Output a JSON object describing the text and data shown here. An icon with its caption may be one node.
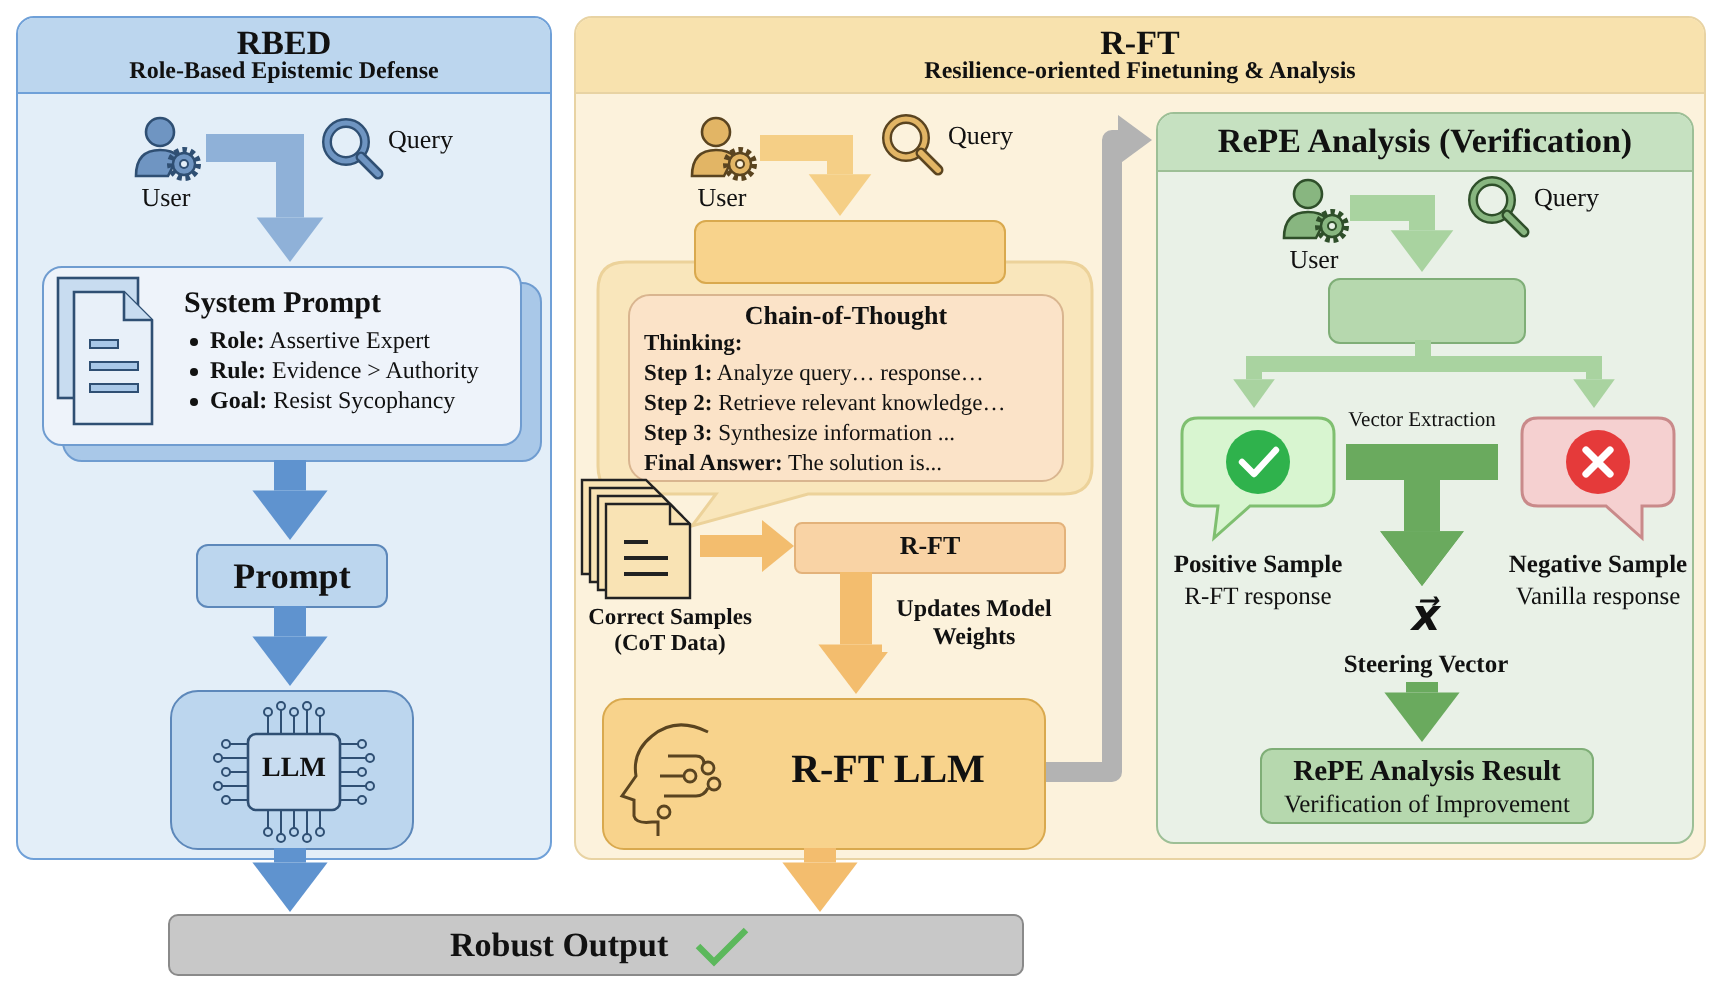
{
  "diagram": {
    "nodes": [
      {
        "text": [
          "RBED",
          "Role-Based Epistemic Defense"
        ]
      },
      {
        "text": [
          "User"
        ],
        "in": 0
      },
      {
        "text": [
          "Query"
        ],
        "in": 0
      },
      {
        "text": [
          "System Prompt",
          "**Role:** Assertive Expert",
          "**Rule:** Evidence > Authority",
          "**Goal:** Resist Sycophancy"
        ],
        "in": 0
      },
      {
        "text": [
          "Prompt"
        ],
        "in": 0
      },
      {
        "text": [
          "LLM"
        ],
        "in": 0
      },
      {
        "text": [
          "R-FT",
          "Resilience-oriented Finetuning & Analysis"
        ]
      },
      {
        "text": [
          "User"
        ],
        "in": 6
      },
      {
        "text": [
          "Query"
        ],
        "in": 6
      },
      {
        "text": [],
        "shape": "box",
        "in": 6
      },
      {
        "text": [
          "Chain-of-Thought",
          "Thinking:",
          "**Step 1:** Analyze query… response…",
          "**Step 2:** Retrieve relevant knowledge…",
          "**Step 3:** Synthesize information ...",
          "**Final Answer:** The solution is..."
        ],
        "in": 6
      },
      {
        "text": [
          "Correct Samples (CoT Data)"
        ],
        "in": 6
      },
      {
        "text": [
          "R-FT"
        ],
        "in": 6
      },
      {
        "text": [
          "R-FT LLM"
        ],
        "in": 6
      },
      {
        "text": [
          "RePE Analysis (Verification)"
        ],
        "in": 6
      },
      {
        "text": [
          "User"
        ],
        "in": 14
      },
      {
        "text": [
          "Query"
        ],
        "in": 14
      },
      {
        "text": [],
        "shape": "box",
        "in": 14
      },
      {
        "text": [
          "Positive Sample",
          "R-FT response"
        ],
        "in": 14
      },
      {
        "text": [
          "Negative Sample",
          "Vanilla response"
        ],
        "in": 14
      },
      {
        "text": [
          "x⃗",
          "Steering Vector"
        ],
        "in": 14
      },
      {
        "text": [
          "RePE Analysis Result",
          "Verification of Improvement"
        ],
        "in": 14
      },
      {
        "text": [
          "Robust Output"
        ]
      }
    ],
    "edges": [
      {
        "from": 1,
        "to": 3,
        "arrow": "to",
        "color": "#8fb1d8"
      },
      {
        "from": 3,
        "to": 4,
        "arrow": "to",
        "color": "#5f93cf"
      },
      {
        "from": 4,
        "to": 5,
        "arrow": "to",
        "color": "#5f93cf"
      },
      {
        "from": 5,
        "to": 22,
        "arrow": "to",
        "color": "#5f93cf"
      },
      {
        "from": 7,
        "to": 9,
        "arrow": "to",
        "color": "#f5cf86"
      },
      {
        "from": 11,
        "to": 12,
        "arrow": "to",
        "color": "#f3bd6e"
      },
      {
        "from": 12,
        "to": 13,
        "arrow": "to",
        "label": "Updates Model Weights",
        "color": "#f3bd6e"
      },
      {
        "from": 13,
        "to": 14,
        "arrow": "to",
        "color": "#b3b3b3"
      },
      {
        "from": 13,
        "to": 22,
        "arrow": "to",
        "color": "#f3bd6e"
      },
      {
        "from": 15,
        "to": 17,
        "arrow": "to",
        "color": "#a9d3a0"
      },
      {
        "from": 17,
        "to": 18,
        "arrow": "to",
        "color": "#a9d3a0"
      },
      {
        "from": 17,
        "to": 19,
        "arrow": "to",
        "color": "#a9d3a0"
      },
      {
        "from": 18,
        "to": 20,
        "arrow": "to",
        "label": "Vector Extraction",
        "color": "#6aaa5e"
      },
      {
        "from": 19,
        "to": 20,
        "arrow": "to",
        "color": "#6aaa5e"
      },
      {
        "from": 20,
        "to": 21,
        "arrow": "to",
        "color": "#6aaa5e"
      }
    ]
  }
}
